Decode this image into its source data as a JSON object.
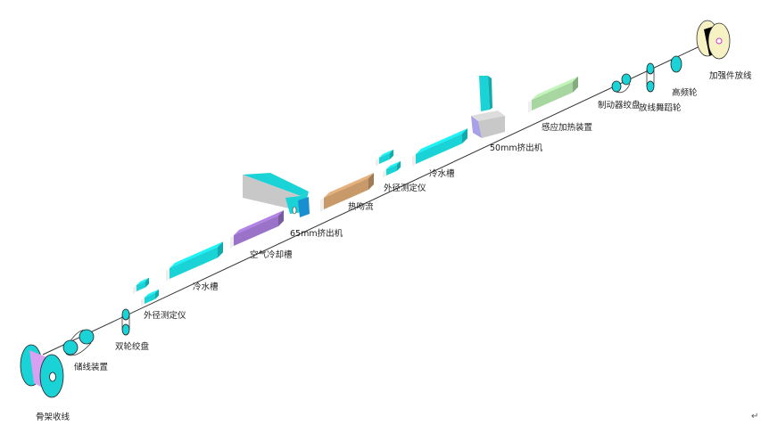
{
  "labels": {
    "strength_payoff": "加强件放线",
    "high_freq_wheel": "高频轮",
    "dancer_wheel": "放线舞蹈轮",
    "brake_capstan": "制动器绞盘",
    "induction_heater": "感应加热装置",
    "extruder_50": "50mm挤出机",
    "cold_trough_top": "冷水槽",
    "od_gauge_top": "外径测定仪",
    "hot_air_flow": "热吻流",
    "extruder_65": "65mm挤出机",
    "air_cooling": "空气冷却槽",
    "cold_trough_bottom": "冷水槽",
    "od_gauge_bottom": "外径测定仪",
    "twin_capstan": "双轮绞盘",
    "accumulator": "储线装置",
    "takeup": "骨架收线"
  },
  "corner_mark": "↵",
  "colors": {
    "cyan": "#19d3d6",
    "purple": "#9a72c8",
    "brown": "#c89a6a",
    "green": "#a8d6a0",
    "grey": "#c8c8c8",
    "blue": "#1a8fd0",
    "reel_cream": "#f7f2c4",
    "reel_purple": "#d8a0f0"
  }
}
